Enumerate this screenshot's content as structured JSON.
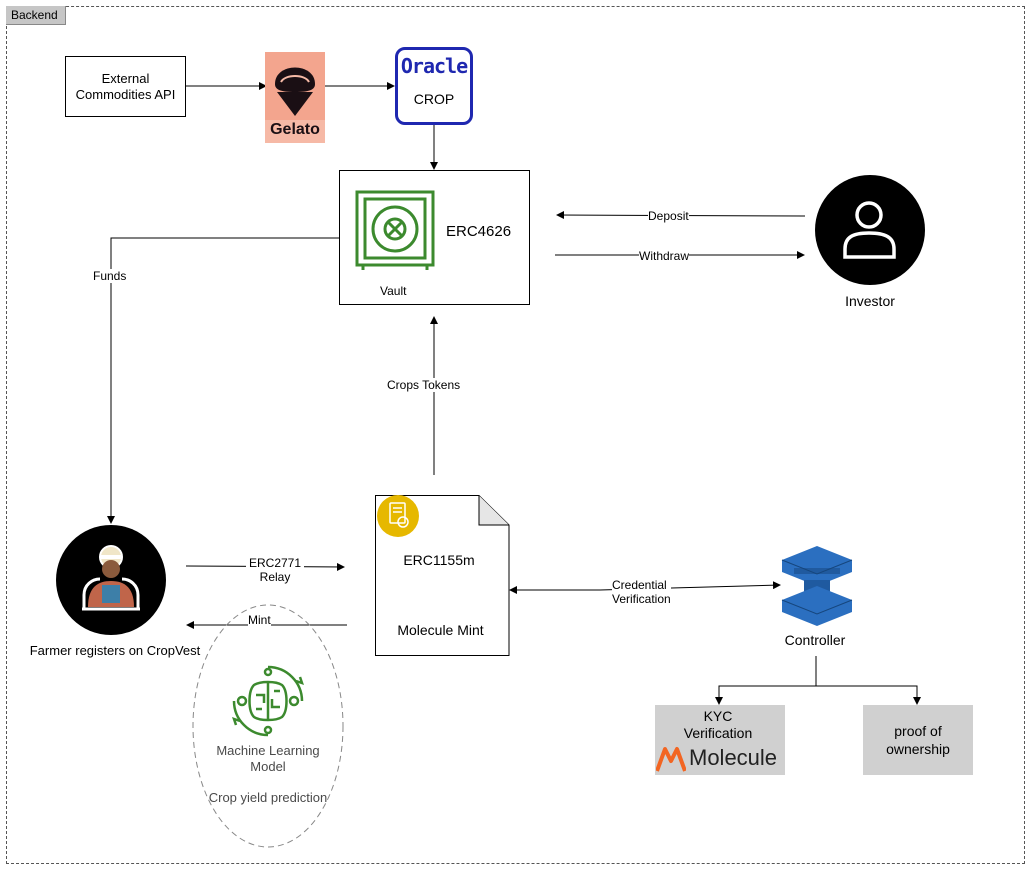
{
  "container": {
    "label": "Backend"
  },
  "nodes": {
    "external_api": "External\nCommodities API",
    "gelato": "Gelato",
    "oracle_logo": "Oracle",
    "oracle_label": "CROP",
    "vault_title": "ERC4626",
    "vault_label": "Vault",
    "investor": "Investor",
    "farmer": "Farmer registers on CropVest",
    "erc1155_title": "ERC1155m",
    "erc1155_label": "Molecule Mint",
    "ml_model": "Machine Learning\nModel",
    "ml_desc": "Crop yield prediction",
    "controller": "Controller",
    "kyc": "KYC\nVerification",
    "molecule_brand": "Molecule",
    "proof": "proof of\nownership"
  },
  "edges": {
    "deposit": "Deposit",
    "withdraw": "Withdraw",
    "funds": "Funds",
    "crops_tokens": "Crops Tokens",
    "relay": "ERC2771\nRelay",
    "mint": "Mint",
    "credential": "Credential\nVerification"
  },
  "colors": {
    "oracle_blue": "#1f28b0",
    "vault_green": "#3c8a2e",
    "gelato_bg": "#f6b9a6",
    "controller_blue": "#2b6fc0",
    "badge_yellow": "#e6b800",
    "molecule_orange": "#f26522"
  }
}
